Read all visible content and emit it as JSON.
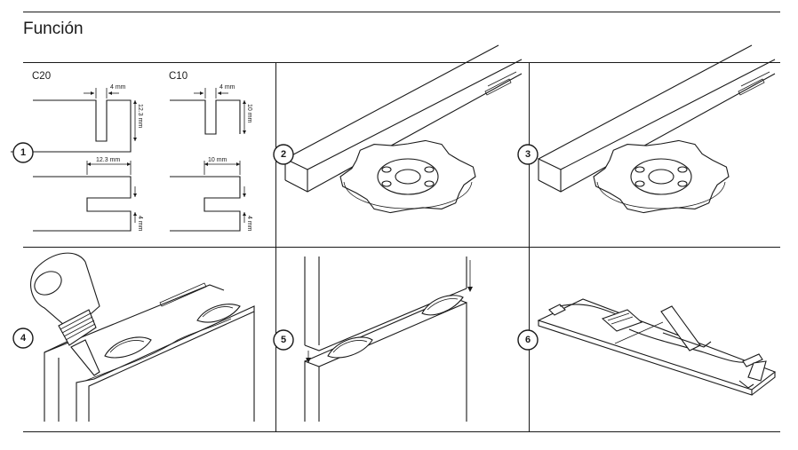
{
  "title": "Función",
  "steps": [
    "1",
    "2",
    "3",
    "4",
    "5",
    "6"
  ],
  "panel1": {
    "c20": {
      "label": "C20",
      "width_top": "4 mm",
      "depth": "12.3 mm",
      "width_bottom": "12.3 mm",
      "thickness": "4 mm"
    },
    "c10": {
      "label": "C10",
      "width_top": "4 mm",
      "depth": "10 mm",
      "width_bottom": "10 mm",
      "thickness": "4 mm"
    }
  }
}
